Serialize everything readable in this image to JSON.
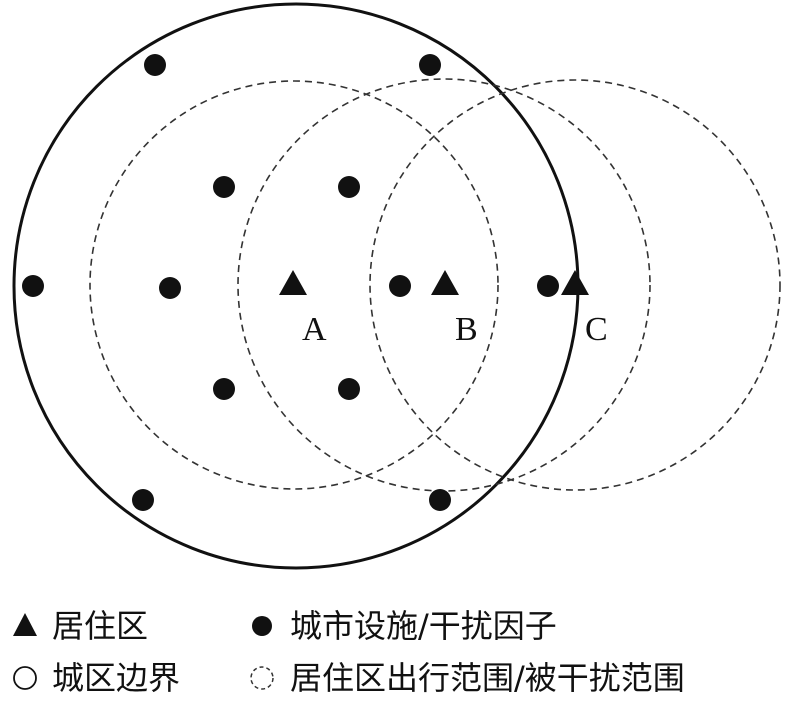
{
  "diagram": {
    "settlements": [
      {
        "label": "A"
      },
      {
        "label": "B"
      },
      {
        "label": "C"
      }
    ],
    "colors": {
      "ink": "#111111",
      "background": "#ffffff"
    }
  },
  "legend": {
    "settlement": "居住区",
    "facility": "城市设施/干扰因子",
    "boundary": "城区边界",
    "range": "居住区出行范围/被干扰范围"
  }
}
